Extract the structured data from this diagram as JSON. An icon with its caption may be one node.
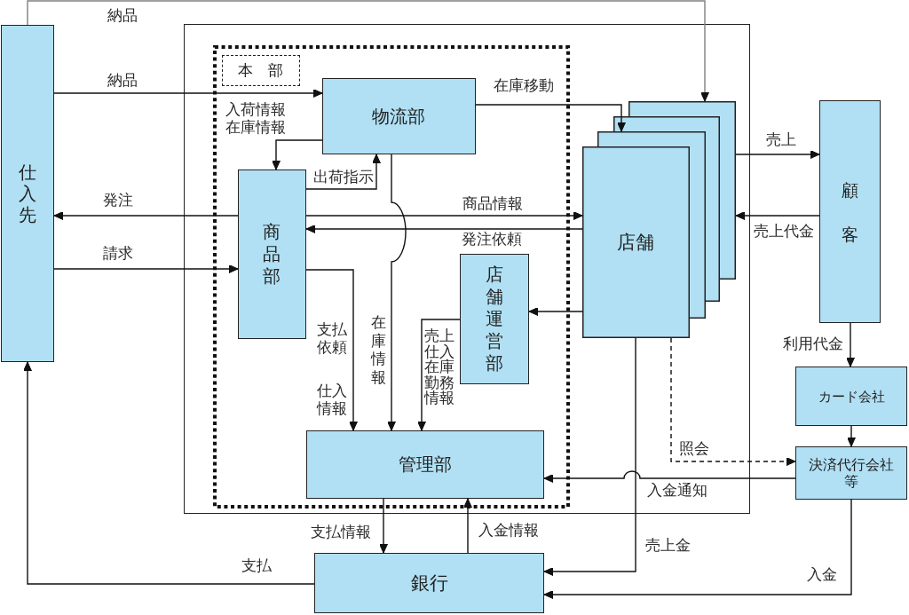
{
  "diagram": {
    "nodes": [
      {
        "text": [
          "仕入先"
        ]
      },
      {
        "text": [],
        "shape": "box"
      },
      {
        "text": [],
        "shape": "box",
        "in": 1
      },
      {
        "text": [
          "本　部"
        ],
        "in": 2
      },
      {
        "text": [
          "物流部"
        ],
        "in": 2
      },
      {
        "text": [
          "商品部"
        ],
        "in": 2
      },
      {
        "text": [
          "店舗運営部"
        ],
        "in": 2
      },
      {
        "text": [
          "管理部"
        ],
        "in": 2
      },
      {
        "text": [
          "店舗"
        ],
        "in": 1
      },
      {
        "text": [
          "顧客"
        ]
      },
      {
        "text": [
          "カード会社"
        ]
      },
      {
        "text": [
          "決済代行会社等"
        ]
      },
      {
        "text": [
          "銀行"
        ]
      }
    ],
    "edges": [
      {
        "from": 0,
        "to": 8,
        "arrow": "to",
        "label": "納品",
        "color": "#808080"
      },
      {
        "from": 0,
        "to": 4,
        "arrow": "to",
        "label": "納品"
      },
      {
        "from": 4,
        "to": 5,
        "arrow": "to",
        "label": "入荷情報在庫情報"
      },
      {
        "from": 5,
        "to": 4,
        "arrow": "to",
        "label": "出荷指示"
      },
      {
        "from": 5,
        "to": 0,
        "arrow": "to",
        "label": "発注"
      },
      {
        "from": 0,
        "to": 5,
        "arrow": "to",
        "label": "請求"
      },
      {
        "from": 5,
        "to": 8,
        "arrow": "to",
        "label": "商品情報"
      },
      {
        "from": 8,
        "to": 5,
        "arrow": "to",
        "label": "発注依頼"
      },
      {
        "from": 4,
        "to": 8,
        "arrow": "to",
        "label": "在庫移動"
      },
      {
        "from": 4,
        "to": 7,
        "arrow": "to",
        "label": "在庫情報"
      },
      {
        "from": 5,
        "to": 7,
        "arrow": "to",
        "label": "支払依頼"
      },
      {
        "from": 6,
        "to": 7,
        "arrow": "to",
        "label": "売上仕入在庫勤務情報"
      },
      {
        "from": 8,
        "to": 6,
        "arrow": "to"
      },
      {
        "from": 8,
        "to": 9,
        "arrow": "to",
        "label": "売上"
      },
      {
        "from": 9,
        "to": 8,
        "arrow": "to",
        "label": "売上代金"
      },
      {
        "from": 9,
        "to": 10,
        "arrow": "to",
        "label": "利用代金"
      },
      {
        "from": 10,
        "to": 11,
        "arrow": "to"
      },
      {
        "from": 8,
        "to": 11,
        "arrow": "to",
        "label": "照会",
        "style": "dashed"
      },
      {
        "from": 11,
        "to": 7,
        "arrow": "to",
        "label": "入金通知"
      },
      {
        "from": 8,
        "to": 12,
        "arrow": "to",
        "label": "売上金"
      },
      {
        "from": 11,
        "to": 12,
        "arrow": "to",
        "label": "入金"
      },
      {
        "from": 7,
        "to": 12,
        "arrow": "to",
        "label": "支払情報"
      },
      {
        "from": 12,
        "to": 7,
        "arrow": "to",
        "label": "入金情報"
      },
      {
        "from": 12,
        "to": 0,
        "arrow": "to",
        "label": "支払"
      }
    ],
    "labels": [
      "仕入情報"
    ]
  }
}
